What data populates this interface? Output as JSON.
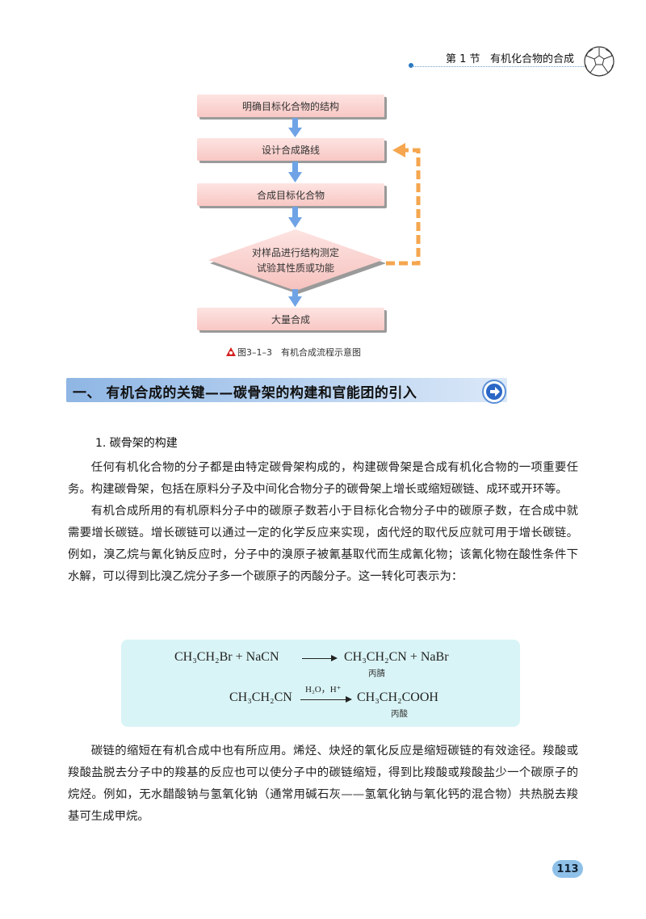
{
  "header": {
    "section": "第 1 节",
    "title": "有机化合物的合成"
  },
  "flowchart": {
    "steps": [
      "明确目标化合物的结构",
      "设计合成路线",
      "合成目标化合物"
    ],
    "decision_line1": "对样品进行结构测定",
    "decision_line2": "试验其性质或功能",
    "final": "大量合成",
    "caption": "图3–1–3　有机合成流程示意图",
    "colors": {
      "box": "#f8c8c4",
      "arrow": "#6fa3e6",
      "feedback": "#f5a64e"
    }
  },
  "section": {
    "title": "一、 有机合成的关键——碳骨架的构建和官能团的引入"
  },
  "subsection": {
    "title": "1. 碳骨架的构建"
  },
  "paragraphs": [
    "任何有机化合物的分子都是由特定碳骨架构成的，构建碳骨架是合成有机化合物的一项重要任务。构建碳骨架，包括在原料分子及中间化合物分子的碳骨架上增长或缩短碳链、成环或开环等。",
    "有机合成所用的有机原料分子中的碳原子数若小于目标化合物分子中的碳原子数，在合成中就需要增长碳链。增长碳链可以通过一定的化学反应来实现，卤代烃的取代反应就可用于增长碳链。例如，溴乙烷与氰化钠反应时，分子中的溴原子被氰基取代而生成氰化物；该氰化物在酸性条件下水解，可以得到比溴乙烷分子多一个碳原子的丙酸分子。这一转化可表示为："
  ],
  "reactions": {
    "r1": {
      "left": "CH₃CH₂Br + NaCN",
      "right": "CH₃CH₂CN + NaBr",
      "note": "丙腈"
    },
    "r2": {
      "left": "CH₃CH₂CN",
      "condition": "H₂O，H⁺",
      "right": "CH₃CH₂COOH",
      "note": "丙酸"
    }
  },
  "paragraph3": "碳链的缩短在有机合成中也有所应用。烯烃、炔烃的氧化反应是缩短碳链的有效途径。羧酸或羧酸盐脱去分子中的羧基的反应也可以使分子中的碳链缩短，得到比羧酸或羧酸盐少一个碳原子的烷烃。例如，无水醋酸钠与氢氧化钠（通常用碱石灰——氢氧化钠与氧化钙的混合物）共热脱去羧基可生成甲烷。",
  "page_number": "113"
}
